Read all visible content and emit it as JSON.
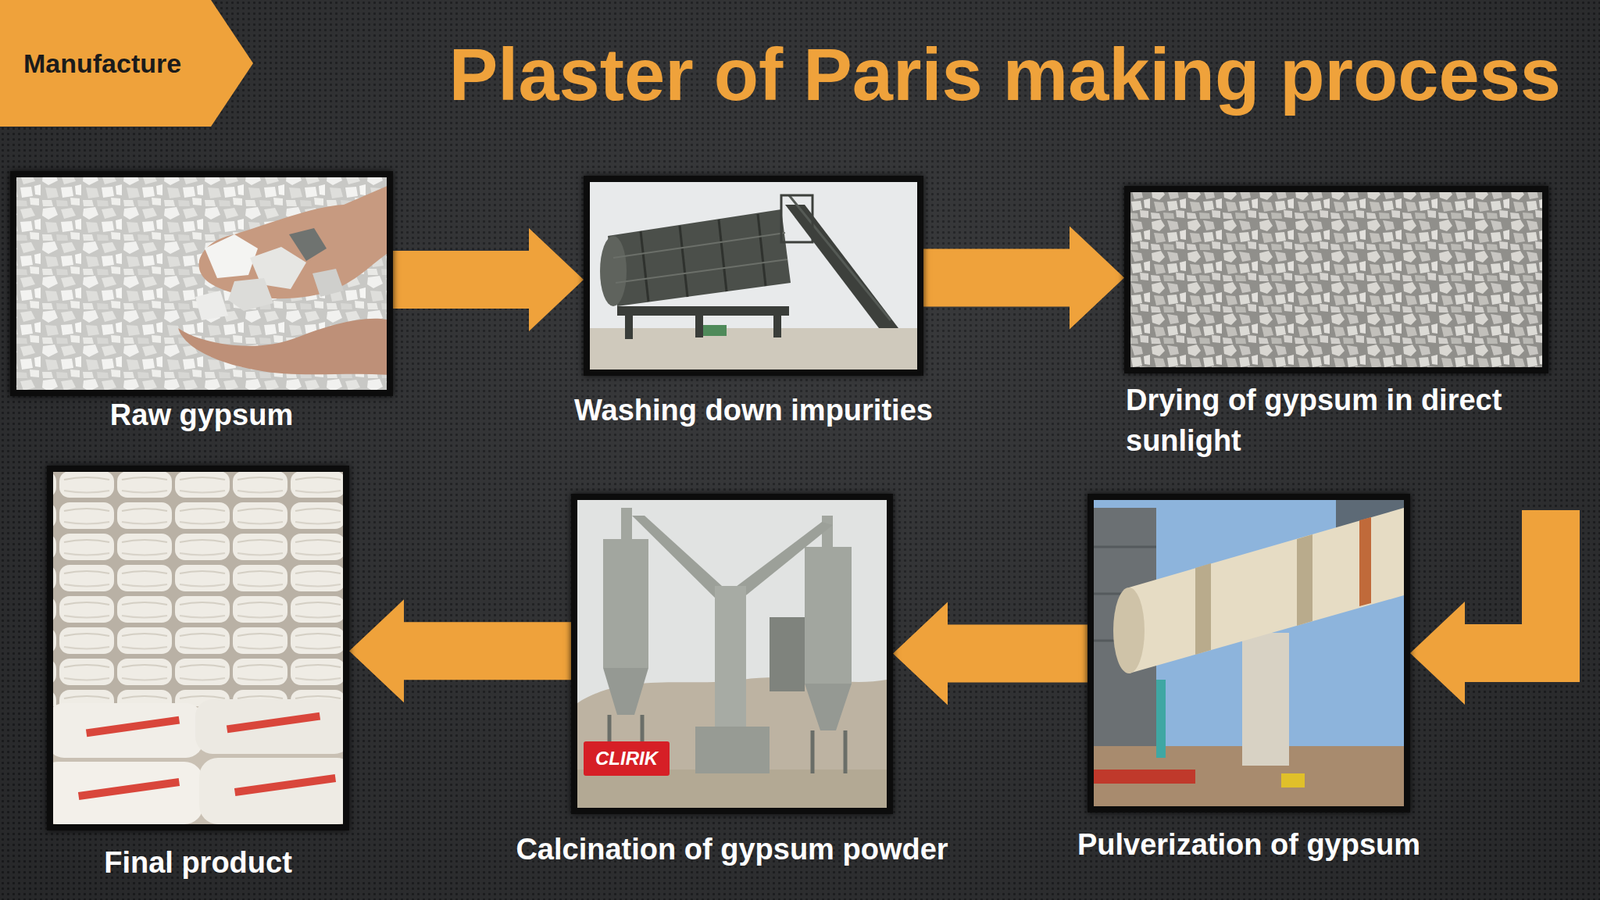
{
  "diagram": {
    "title": "Plaster of Paris making process",
    "nodes": [
      {
        "text": [
          "Manufacture"
        ]
      },
      {
        "text": [
          "Raw gypsum"
        ]
      },
      {
        "text": [
          "Washing down impurities"
        ]
      },
      {
        "text": [
          "Drying of gypsum in direct sunlight"
        ]
      },
      {
        "text": [
          "Final product"
        ]
      },
      {
        "text": [
          "Calcination of gypsum powder"
        ]
      },
      {
        "text": [
          "Pulverization of gypsum"
        ]
      }
    ],
    "edges": [
      {
        "from": 1,
        "to": 2,
        "arrow": "to"
      },
      {
        "from": 2,
        "to": 3,
        "arrow": "to"
      },
      {
        "from": 3,
        "to": 6,
        "arrow": "to"
      },
      {
        "from": 6,
        "to": 5,
        "arrow": "to"
      },
      {
        "from": 5,
        "to": 4,
        "arrow": "to"
      }
    ],
    "labels": [
      "CLIRIK"
    ]
  }
}
